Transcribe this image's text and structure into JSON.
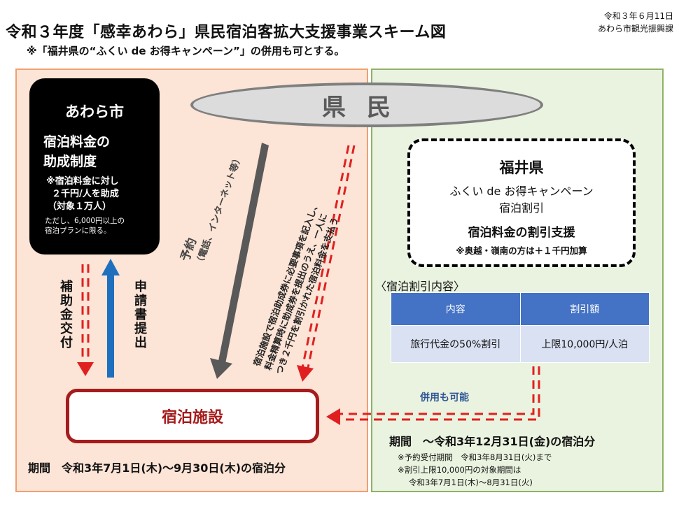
{
  "header": {
    "title": "令和３年度「感幸あわら」県民宿泊客拡大支援事業スキーム図",
    "subtitle": "※「福井県の“ふくい de お得キャンペーン”」の併用も可とする。",
    "date": "令和３年６月11日",
    "department": "あわら市観光振興課"
  },
  "citizens": {
    "label": "県民"
  },
  "city": {
    "name": "あわら市",
    "line1": "宿泊料金の",
    "line2": "助成制度",
    "note1": "※宿泊料金に対し",
    "note2": "２千円/人を助成",
    "note3": "（対象１万人）",
    "small1": "ただし、6,000円以上の",
    "small2": "宿泊プランに限る。"
  },
  "arrows": {
    "subsidy": "補助金交付",
    "apply": "申請書提出",
    "reservation_main": "予約",
    "reservation_sub": "（電話、インターネット等）",
    "payment_line1": "宿泊施設で宿泊助成券に必要事項を記入し、",
    "payment_line2": "料金精算時に助成券を提出のうえ、一人に",
    "payment_line3": "つき２千円を割引かれた宿泊料金を支払う",
    "combo": "併用も可能"
  },
  "facility": {
    "label": "宿泊施設"
  },
  "period_left": "期間　令和3年7月1日(木)～9月30日(木)の宿泊分",
  "fukui": {
    "title": "福井県",
    "line1": "ふくい de お得キャンペーン",
    "line2": "宿泊割引",
    "line3": "宿泊料金の割引支援",
    "line4": "※奥越・嶺南の方は＋１千円加算"
  },
  "discount": {
    "heading": "〈宿泊割引内容〉",
    "headers": [
      "内容",
      "割引額"
    ],
    "rows": [
      [
        "旅行代金の50%割引",
        "上限10,000円/人泊"
      ]
    ]
  },
  "period_right": {
    "main": "期間　～令和3年12月31日(金)の宿泊分",
    "note1": "※予約受付期間　令和3年8月31日(火)まで",
    "note2": "※割引上限10,000円の対象期間は",
    "note3": "令和3年7月1日(木)～8月31日(火)"
  },
  "colors": {
    "left_panel": "#fce4d6",
    "right_panel": "#eaf3df",
    "red_dashed": "#e02020",
    "blue_arrow": "#1f6fbf",
    "gray_arrow": "#595959",
    "facility_border": "#a51c1c",
    "table_header": "#4472c4",
    "table_cell": "#d9e1f2"
  }
}
